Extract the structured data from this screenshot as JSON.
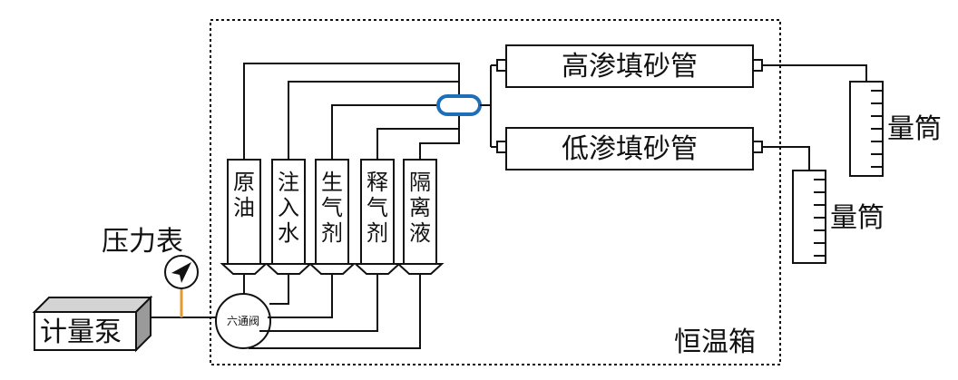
{
  "labels": {
    "chamber": "恒温箱",
    "pump": "计量泵",
    "gauge": "压力表",
    "valve": "六通阀",
    "tube_high": "高渗填砂管",
    "tube_low": "低渗填砂管",
    "cylinder_1": "量筒",
    "cylinder_2": "量筒"
  },
  "containers": [
    {
      "label": [
        "原",
        "油"
      ]
    },
    {
      "label": [
        "注",
        "入",
        "水"
      ]
    },
    {
      "label": [
        "生",
        "气",
        "剂"
      ]
    },
    {
      "label": [
        "释",
        "气",
        "剂"
      ]
    },
    {
      "label": [
        "隔",
        "离",
        "液"
      ]
    }
  ],
  "colors": {
    "line": "#111111",
    "pump_top": "#d4d4d4",
    "pump_side": "#9a9a9a",
    "gauge_connector": "#e39a2d",
    "junction": "#1f6fb8"
  }
}
